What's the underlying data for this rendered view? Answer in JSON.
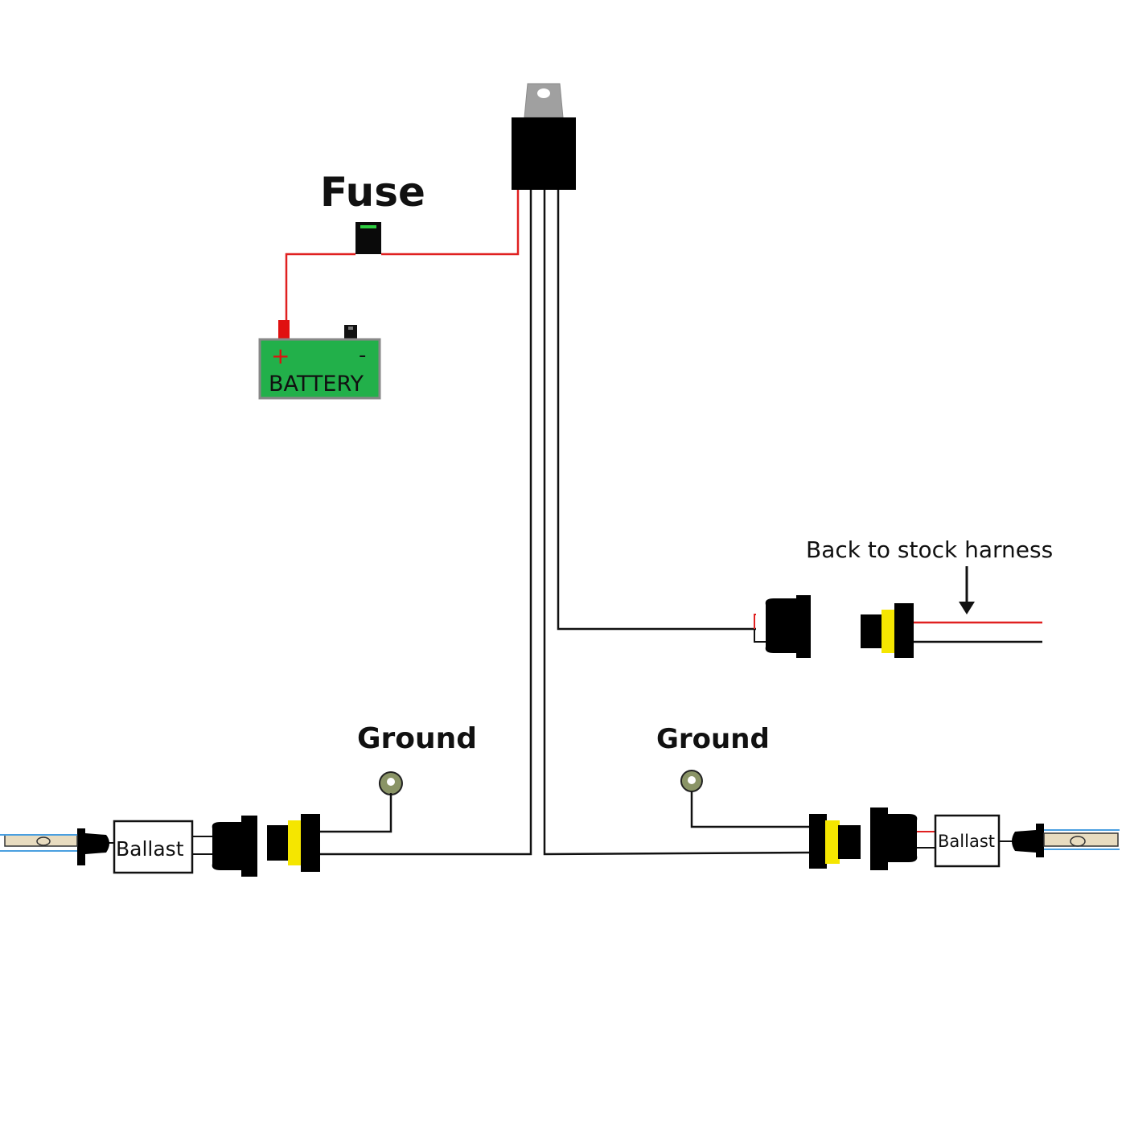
{
  "labels": {
    "fuse": "Fuse",
    "battery": "BATTERY",
    "battery_plus": "+",
    "battery_minus": "-",
    "back_to_stock": "Back to stock harness",
    "ground_left": "Ground",
    "ground_right": "Ground",
    "ballast_left": "Ballast",
    "ballast_right": "Ballast"
  },
  "colors": {
    "wire_black": "#111111",
    "wire_red": "#e02020",
    "battery_green": "#22b04a",
    "battery_border": "#888888",
    "terminal_red": "#e01010",
    "connector_seal_yellow": "#f5e600",
    "relay_tab_gray": "#a0a0a0",
    "bulb_blue": "#4a9fe0"
  },
  "icons": {
    "relay": "relay-icon",
    "fuse": "fuse-icon",
    "battery": "battery-icon",
    "ground": "ring-terminal-icon",
    "bulb": "hid-bulb-icon",
    "arrow": "arrow-down-icon"
  }
}
